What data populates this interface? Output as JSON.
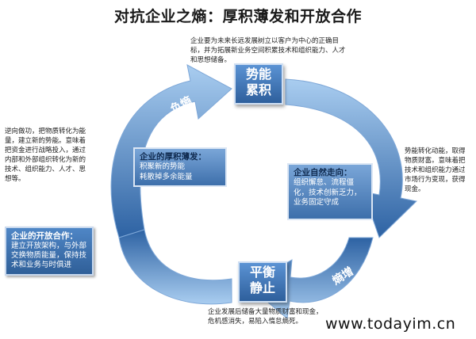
{
  "title": "对抗企业之熵：厚积薄发和开放合作",
  "nodes": {
    "top": {
      "line1": "势能",
      "line2": "累积"
    },
    "bottom": {
      "line1": "平衡",
      "line2": "静止"
    }
  },
  "arrows": {
    "negative_entropy": "负熵",
    "entropy_increase": "熵增"
  },
  "notes": {
    "top": "企业要为未来长远发展树立以客户为中心的正确目标，并为拓展新业务空间积累技术和组织能力、人才和思想储备。",
    "right": "势能转化动能，取得物质财富。意味着把技术和组织能力通过市场行为变现，获得现金。",
    "left": "逆向做功，把物质转化为能量，建立新的势能。意味着把资金进行战略投入，通过内部和外部组织转化为新的技术、组织能力、人才、思想等。",
    "bottom": "企业发展后储备大量物质财富和现金，危机感消失，易陷入惰怠熵死。"
  },
  "boxes": {
    "accumulate": {
      "head": "企业的厚积薄发：",
      "body": "积聚新的势能\n耗散掉多余能量"
    },
    "natural": {
      "head": "企业自然走向：",
      "body": "组织懈怠、流程僵化，技术创新乏力，业务固定守成"
    },
    "open": {
      "head": "企业的开放合作：",
      "body": "建立开放架构，与外部交换物质能量，保持技术和业务与时俱进"
    }
  },
  "watermark": "www.todayim.cn",
  "colors": {
    "arrow_light": "#9dc3ea",
    "arrow_dark": "#2b5f9e",
    "box": "#3a6eb0"
  }
}
